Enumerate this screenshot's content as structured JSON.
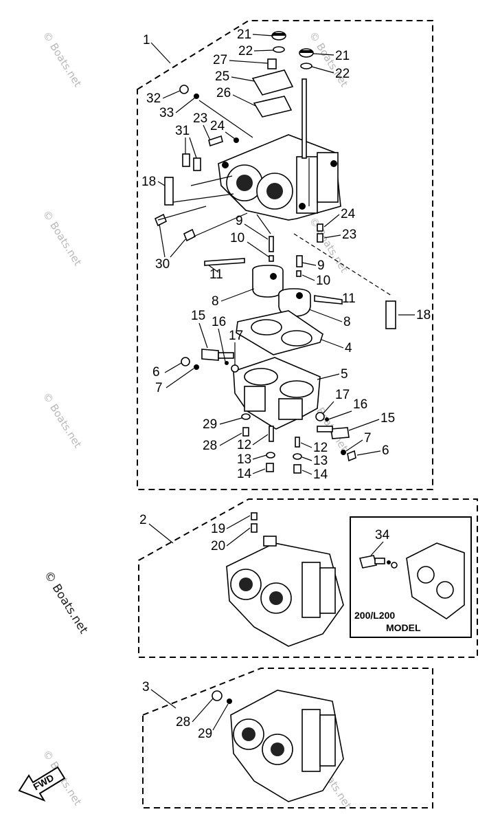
{
  "assemblies": {
    "a1": {
      "label": "1"
    },
    "a2": {
      "label": "2"
    },
    "a3": {
      "label": "3"
    }
  },
  "callouts": {
    "p21a": "21",
    "p22a": "22",
    "p21b": "21",
    "p22b": "22",
    "p27": "27",
    "p25": "25",
    "p32": "32",
    "p33": "33",
    "p26": "26",
    "p23a": "23",
    "p24a": "24",
    "p31": "31",
    "p18a": "18",
    "p24b": "24",
    "p23b": "23",
    "p30": "30",
    "p9a": "9",
    "p10a": "10",
    "p11a": "11",
    "p8a": "8",
    "p9b": "9",
    "p10b": "10",
    "p11b": "11",
    "p8b": "8",
    "p18b": "18",
    "p15a": "15",
    "p16a": "16",
    "p17a": "17",
    "p4": "4",
    "p6a": "6",
    "p7a": "7",
    "p5": "5",
    "p17b": "17",
    "p16b": "16",
    "p15b": "15",
    "p29a": "29",
    "p28a": "28",
    "p12a": "12",
    "p13a": "13",
    "p14a": "14",
    "p12b": "12",
    "p13b": "13",
    "p14b": "14",
    "p7b": "7",
    "p6b": "6",
    "p19": "19",
    "p20": "20",
    "p34": "34",
    "p28b": "28",
    "p29b": "29"
  },
  "inset": {
    "model_line1": "200/L200",
    "model_line2": "MODEL"
  },
  "direction_marker": {
    "text": "FWD"
  },
  "watermark": {
    "text": "© Boats.net"
  }
}
